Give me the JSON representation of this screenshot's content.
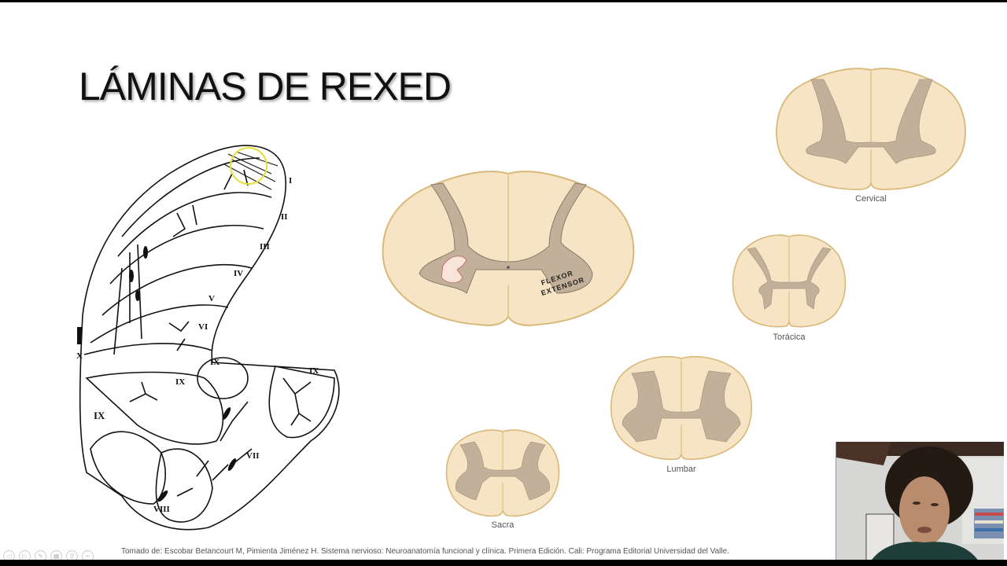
{
  "slide": {
    "title": "LÁMINAS DE REXED",
    "citation": "Tomado de: Escobar Betancourt M, Pimienta Jiménez H. Sistema nervioso: Neuroanatomía funcional y clínica. Primera Edición. Cali: Programa Editorial Universidad del Valle.",
    "rexed_diagram": {
      "lamina_labels": [
        "I",
        "II",
        "III",
        "IV",
        "V",
        "VI",
        "X",
        "IX",
        "IX",
        "IX",
        "IX",
        "VII",
        "VIII"
      ],
      "highlight_color": "#e8e03a"
    },
    "main_section": {
      "labels": [
        "FLEXOR",
        "EXTENSOR"
      ]
    },
    "sections": [
      {
        "label": "Cervical"
      },
      {
        "label": "Torácica"
      },
      {
        "label": "Lumbar"
      },
      {
        "label": "Sacra"
      }
    ],
    "colors": {
      "white_matter": "#f6e4c5",
      "gray_matter": "#c3b09a",
      "outline": "#d9b879"
    }
  },
  "presentation_controls": [
    {
      "icon": "previous-icon",
      "glyph": "◁"
    },
    {
      "icon": "next-icon",
      "glyph": "▷"
    },
    {
      "icon": "pen-icon",
      "glyph": "✎"
    },
    {
      "icon": "slides-icon",
      "glyph": "▦"
    },
    {
      "icon": "zoom-icon",
      "glyph": "⚲"
    },
    {
      "icon": "more-icon",
      "glyph": "•••"
    }
  ],
  "webcam": {
    "description": "presenter video"
  }
}
